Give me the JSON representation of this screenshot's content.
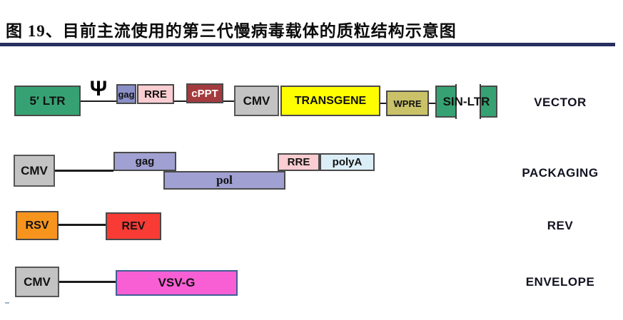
{
  "figure_title": "图 19、目前主流使用的第三代慢病毒载体的质粒结构示意图",
  "rows": {
    "vector": {
      "label": "VECTOR",
      "boxes": {
        "ltr5": "5′ LTR",
        "psi": "Ψ",
        "gag": "gag",
        "rre": "RRE",
        "cppt": "cPPT",
        "cmv": "CMV",
        "transgene": "TRANSGENE",
        "wpre": "WPRE",
        "sin_ltr": "SIN-LTR"
      }
    },
    "packaging": {
      "label": "PACKAGING",
      "boxes": {
        "cmv": "CMV",
        "gag": "gag",
        "pol": "pol",
        "rre": "RRE",
        "polya": "polyA"
      }
    },
    "rev": {
      "label": "REV",
      "boxes": {
        "rsv": "RSV",
        "rev": "REV"
      }
    },
    "envelope": {
      "label": "ENVELOPE",
      "boxes": {
        "cmv": "CMV",
        "vsv_g": "VSV-G"
      }
    }
  },
  "palette": {
    "title_rule": "#272e60",
    "ltr_green": "#36a273",
    "gag_purple_small": "#8a8fc7",
    "gag_pol_purple": "#a0a0d2",
    "rre_pink": "#f9cdd1",
    "cppt_dark_red": "#a33b3e",
    "cmv_gray": "#c3c3c3",
    "transgene_yellow": "#fefe00",
    "wpre_khaki": "#cac268",
    "polya_light_blue": "#dbeef7",
    "rsv_orange": "#f7941e",
    "rev_red": "#f83b35",
    "vsvg_magenta": "#f95fd5",
    "vsvg_border_blue": "#3f5f95"
  }
}
